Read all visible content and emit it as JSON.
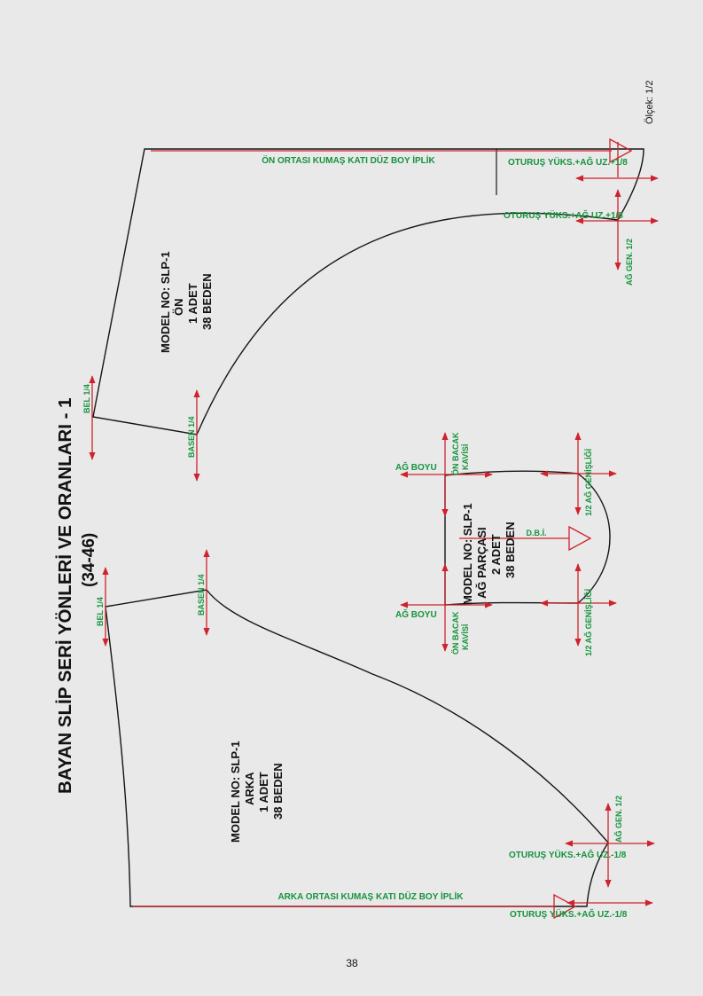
{
  "page": {
    "title": "BAYAN SLİP SERİ YÖNLERİ VE ORANLARI - 1",
    "subtitle": "(34-46)",
    "scale": "Ölçek: 1/2",
    "page_number": "38",
    "colors": {
      "outline": "#151515",
      "guide": "#d0222c",
      "label": "#14943c",
      "background": "#e9e9e9"
    }
  },
  "front": {
    "model": [
      "MODEL NO: SLP-1",
      "ÖN",
      "1 ADET",
      "38 BEDEN"
    ],
    "grain": "ÖN ORTASI KUMAŞ KATI DÜZ BOY İPLİK",
    "waist": "BEL 1/4",
    "hip": "BASEN 1/4",
    "seat_top": "OTURUŞ YÜKS.+AĞ UZ.+1/8",
    "seat_mid": "OTURUŞ YÜKS.+AĞ UZ.+1/8",
    "crotch": "AĞ GEN. 1/2"
  },
  "back": {
    "model": [
      "MODEL NO: SLP-1",
      "ARKA",
      "1 ADET",
      "38 BEDEN"
    ],
    "grain": "ARKA ORTASI KUMAŞ KATI DÜZ BOY İPLİK",
    "waist": "BEL 1/4",
    "hip": "BASEN 1/4",
    "seat_mid": "OTURUŞ YÜKS.+AĞ UZ.-1/8",
    "seat_bottom": "OTURUŞ YÜKS.+AĞ UZ.-1/8",
    "crotch": "AĞ GEN. 1/2"
  },
  "gusset": {
    "model": [
      "MODEL NO: SLP-1",
      "AĞ PARÇASI",
      "2 ADET",
      "38 BEDEN"
    ],
    "grain": "D.B.İ.",
    "length_top": "AĞ BOYU",
    "length_bottom": "AĞ BOYU",
    "leg_top": [
      "ÖN BACAK",
      "KAVİSİ"
    ],
    "leg_bottom": [
      "ÖN BACAK",
      "KAVİSİ"
    ],
    "width_top": "1/2 AĞ GENİŞLİĞİ",
    "width_bottom": "1/2 AĞ GENİŞLİĞİ"
  }
}
